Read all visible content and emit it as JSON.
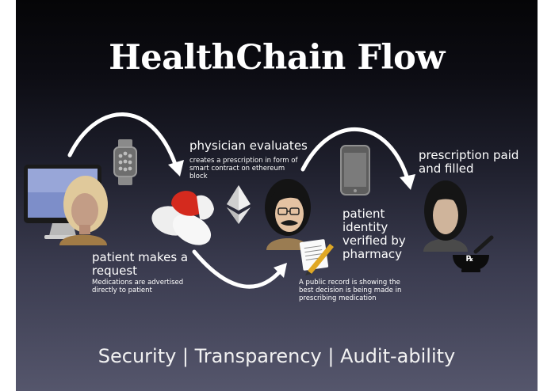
{
  "title": "HealthChain Flow",
  "steps": {
    "patient": {
      "heading": "patient makes a request",
      "detail": "Medications are advertised directly to patient"
    },
    "physician": {
      "heading": "physician evaluates",
      "detail": "creates a prescription in form of smart contract on ethereum block"
    },
    "pharmacy_verify": {
      "heading": "patient identity verified by pharmacy"
    },
    "filled": {
      "heading": "prescription paid and filled"
    },
    "public_record": {
      "detail": "A public record is showing the best decision is being made in prescribing medication"
    }
  },
  "pharmacy_symbol": "℞",
  "footer": "Security | Transparency | Audit-ability",
  "icons": [
    "computer-monitor-icon",
    "patient-avatar-icon",
    "smartwatch-icon",
    "pills-icon",
    "ethereum-icon",
    "physician-avatar-icon",
    "document-pen-icon",
    "smartphone-icon",
    "pharmacist-avatar-icon",
    "mortar-pestle-icon"
  ],
  "colors": {
    "background_top": "#050507",
    "background_bottom": "#55566c",
    "text": "#ffffff",
    "pill_red": "#d42a1e"
  }
}
